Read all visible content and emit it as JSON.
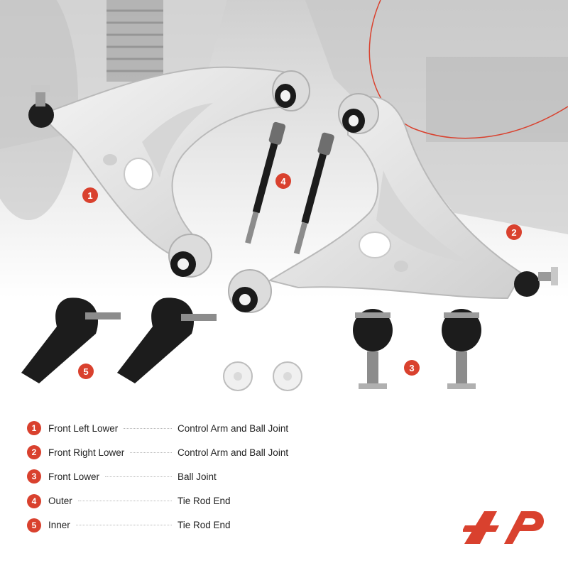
{
  "colors": {
    "accent": "#d9412e",
    "arm": "#e8e8e8",
    "rubber": "#1a1a1a",
    "background_tint": "#dcdcdc"
  },
  "markers": [
    {
      "label": "1"
    },
    {
      "label": "2"
    },
    {
      "label": "3"
    },
    {
      "label": "4"
    },
    {
      "label": "5"
    }
  ],
  "legend": [
    {
      "number": "1",
      "position": "Front Left Lower",
      "part": "Control Arm and Ball Joint"
    },
    {
      "number": "2",
      "position": "Front Right Lower",
      "part": "Control Arm and Ball Joint"
    },
    {
      "number": "3",
      "position": "Front Lower",
      "part": "Ball Joint"
    },
    {
      "number": "4",
      "position": "Outer",
      "part": "Tie Rod End"
    },
    {
      "number": "5",
      "position": "Inner",
      "part": "Tie Rod End"
    }
  ],
  "brand": {
    "icon": "a-premium-logo"
  }
}
